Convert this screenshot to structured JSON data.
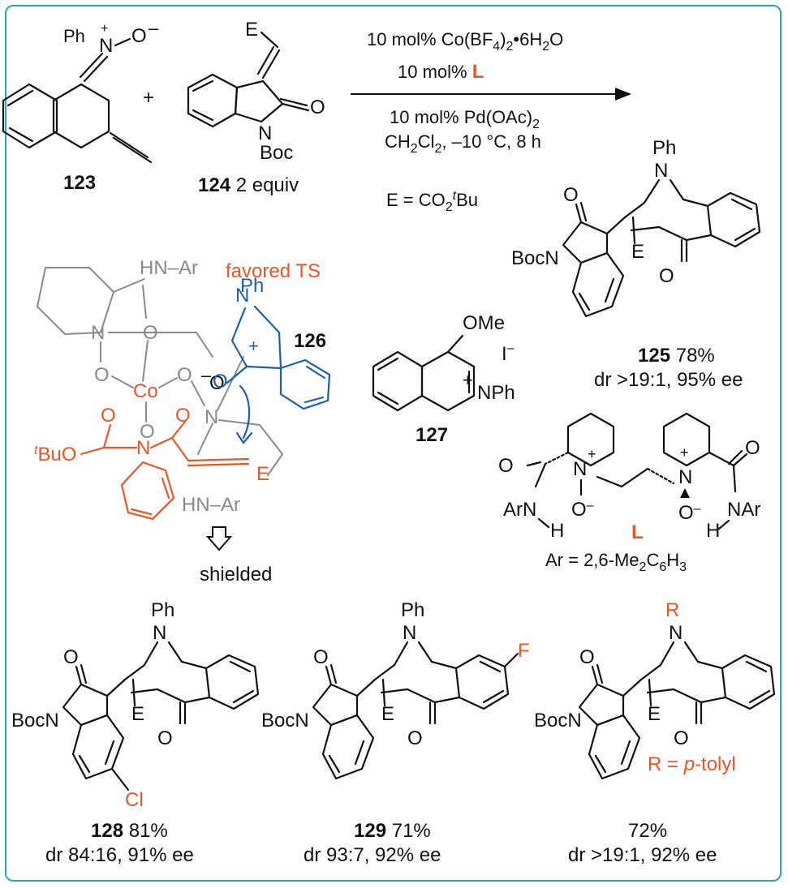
{
  "compounds": {
    "c123": {
      "label": "123",
      "ph": "Ph",
      "n": "N",
      "plus": "+",
      "o": "O",
      "minus": "–"
    },
    "plus_sign": "+",
    "c124": {
      "label": "124",
      "equiv": " 2 equiv",
      "e": "E",
      "n": "N",
      "o": "O",
      "boc": "Boc"
    },
    "c125": {
      "label": "125",
      "yield": " 78%",
      "stereo": "dr >19:1, 95% ee",
      "ph": "Ph",
      "n": "N",
      "boc": "BocN",
      "e": "E",
      "o": "O"
    },
    "c126": {
      "label": "126",
      "ph": "Ph",
      "n": "N",
      "plus": "+",
      "o": "O",
      "minus": "–"
    },
    "c127": {
      "label": "127",
      "ome": "OMe",
      "iodide": "I",
      "iminus": "–",
      "plus": "+",
      "nph": "NPh"
    },
    "c128": {
      "label": "128",
      "yield": " 81%",
      "stereo": "dr 84:16, 91% ee",
      "ph": "Ph",
      "n": "N",
      "boc": "BocN",
      "e": "E",
      "o": "O",
      "cl": "Cl"
    },
    "c129": {
      "label": "129",
      "yield": " 71%",
      "stereo": "dr 93:7, 92% ee",
      "ph": "Ph",
      "n": "N",
      "boc": "BocN",
      "e": "E",
      "o": "O",
      "f": "F"
    },
    "c130": {
      "yield": "72%",
      "stereo": "dr >19:1, 92% ee",
      "r": "R",
      "n": "N",
      "boc": "BocN",
      "e": "E",
      "o": "O",
      "r_def": "R = p-tolyl"
    }
  },
  "conditions": {
    "line1": "10 mol% Co(BF4)2•6H2O",
    "line2_prefix": "10 mol% ",
    "line2_ligand": "L",
    "line3": "10 mol% Pd(OAc)2",
    "line4": "CH2Cl2, –10 °C, 8 h",
    "e_def": "E = CO2tBu"
  },
  "ts": {
    "title": "favored TS",
    "hn_ar_top": "HN–Ar",
    "hn_ar_bottom": "HN–Ar",
    "co": "Co",
    "n": "N",
    "o": "O",
    "tbuo": "tBuO",
    "e": "E",
    "shielded": "shielded"
  },
  "ligand": {
    "label": "L",
    "ar_def": "Ar = 2,6-Me2C6H3",
    "o": "O",
    "arn": "ArN",
    "nar": "NAr",
    "n": "N",
    "h": "H",
    "plus": "+",
    "ominus": "O–"
  },
  "colors": {
    "accent": "#e8562a",
    "frame": "#2aa9ad",
    "ts_blue": "#1f5fa8",
    "ts_gray": "#8a8a8a"
  }
}
